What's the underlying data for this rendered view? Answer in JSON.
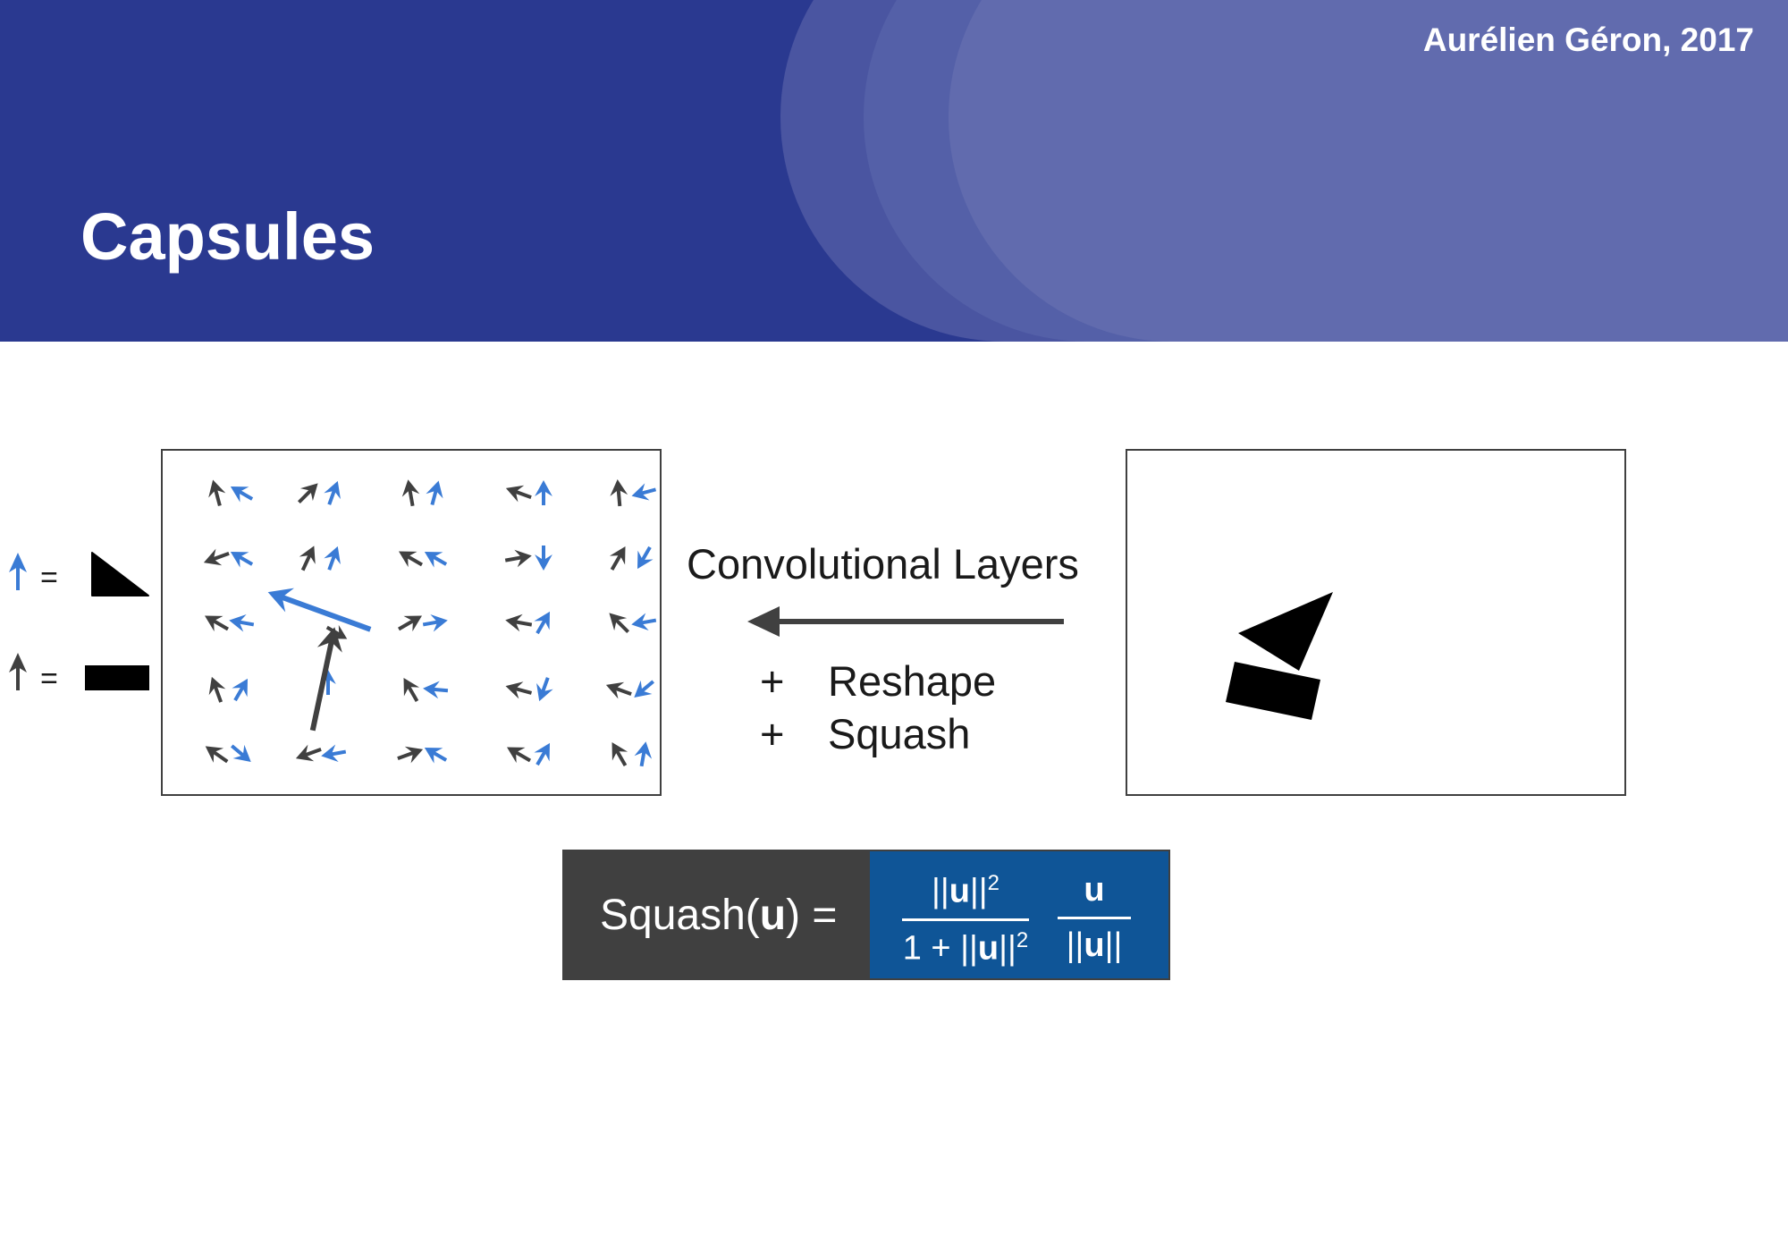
{
  "header": {
    "title": "Capsules",
    "author": "Aurélien Géron, 2017"
  },
  "legend": {
    "eq1": "=",
    "eq2": "="
  },
  "arrow_label": "Convolutional Layers",
  "operations": [
    "Reshape",
    "Squash"
  ],
  "operation_prefix": "+",
  "formula": {
    "lhs_prefix": "Squash(",
    "lhs_var": "u",
    "lhs_suffix": ") =",
    "frac1_num_pre": "||",
    "frac1_num_var": "u",
    "frac1_num_post": "||",
    "frac1_exp": "2",
    "frac1_den_pre": "1 + ||",
    "frac1_den_var": "u",
    "frac1_den_post": "||",
    "frac1_den_exp": "2",
    "frac2_num": "u",
    "frac2_den_pre": "||",
    "frac2_den_var": "u",
    "frac2_den_post": "||"
  },
  "colors": {
    "header_bg": "#2a3990",
    "blue_arrow": "#3a7bd5",
    "dark_arrow": "#404040",
    "formula_bg": "#404040",
    "formula_rhs_bg": "#0f5597"
  }
}
